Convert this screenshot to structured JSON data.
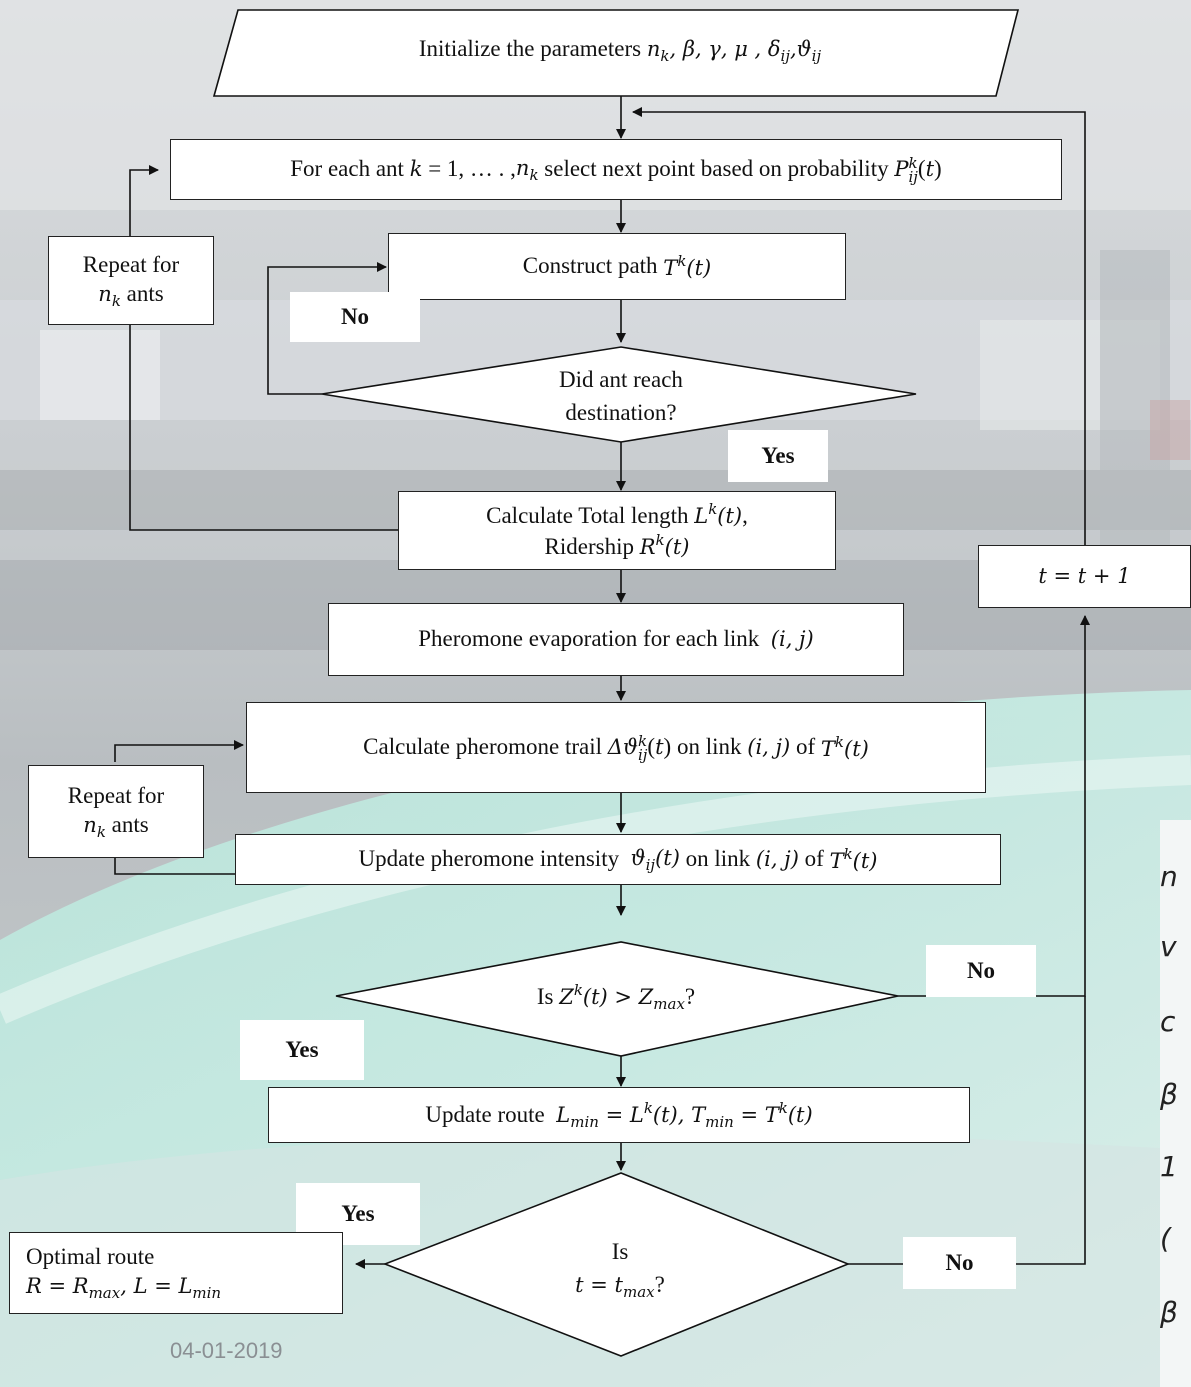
{
  "nodes": {
    "init": {
      "text": "Initialize the parameters"
    },
    "for_each": {
      "prefix": "For each ant",
      "middle": "select next point based on probability"
    },
    "repeat1": {
      "line1": "Repeat for",
      "line2": "ants"
    },
    "construct": {
      "text": "Construct path"
    },
    "reach": {
      "line1": "Did ant reach",
      "line2": "destination?"
    },
    "calc_total": {
      "line1": "Calculate Total length",
      "line2": "Ridership"
    },
    "increment": {
      "text": "t = t + 1"
    },
    "evaporation": {
      "text": "Pheromone evaporation for each link"
    },
    "calc_trail": {
      "prefix": "Calculate pheromone trail",
      "mid": "on link",
      "of": "of"
    },
    "repeat2": {
      "line1": "Repeat for",
      "line2": "ants"
    },
    "update_intensity": {
      "prefix": "Update pheromone intensity",
      "mid": "on link",
      "of": "of"
    },
    "is_z": {
      "text": "Is"
    },
    "update_route": {
      "text": "Update route"
    },
    "is_t": {
      "line1": "Is"
    },
    "optimal": {
      "line1": "Optimal route"
    }
  },
  "edge_labels": {
    "no_construct": "No",
    "yes_reach": "Yes",
    "no_z": "No",
    "yes_z": "Yes",
    "yes_t": "Yes",
    "no_t": "No"
  },
  "footer": {
    "date": "04-01-2019"
  },
  "side_letters": [
    "n",
    "v",
    "c",
    "β",
    "1",
    "(",
    "β"
  ]
}
